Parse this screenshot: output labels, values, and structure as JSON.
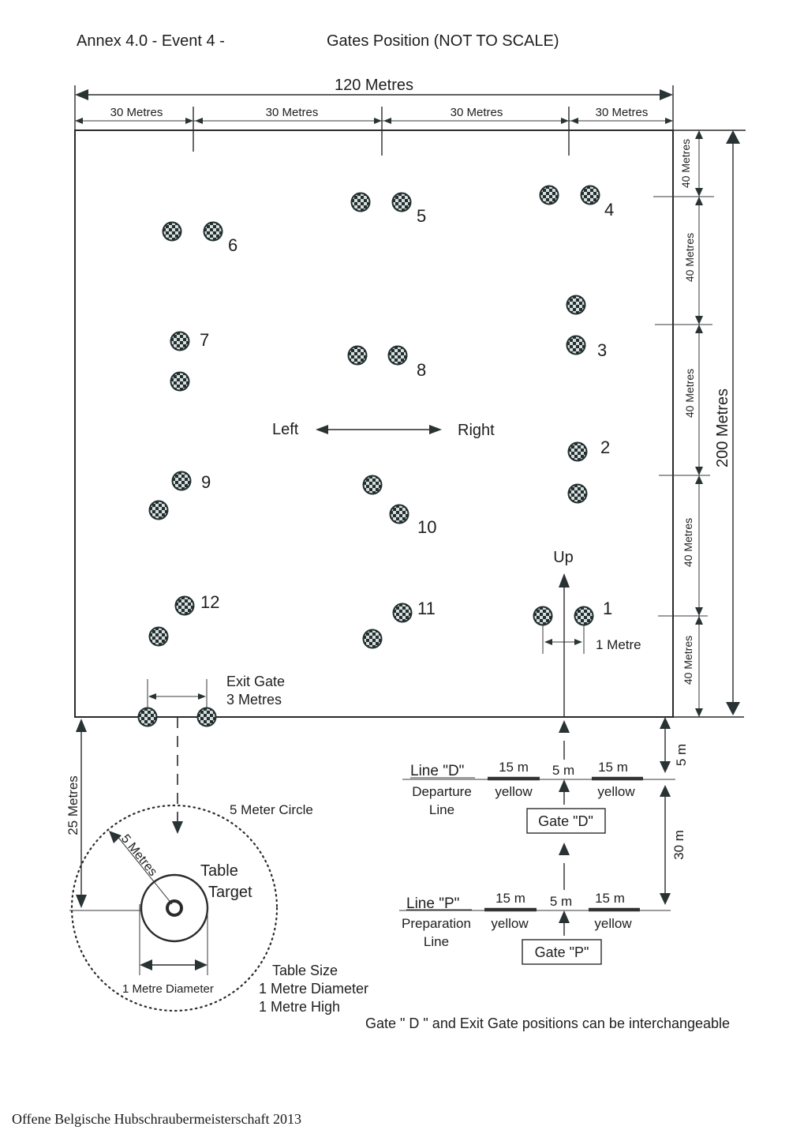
{
  "header": {
    "annex": "Annex 4.0 - Event 4 -",
    "title": "Gates Position (NOT TO SCALE)"
  },
  "dimensions": {
    "total_width": "120 Metres",
    "segments_top": [
      "30 Metres",
      "30 Metres",
      "30 Metres",
      "30 Metres"
    ],
    "total_height": "200 Metres",
    "segments_right": [
      "40 Metres",
      "40 Metres",
      "40 Metres",
      "40 Metres",
      "40 Metres"
    ],
    "gate1_spacing": "1 Metre",
    "exit_to_target": "25 Metres",
    "field_to_line_d": "5 m",
    "line_d_to_line_p": "30 m"
  },
  "field": {
    "direction_left": "Left",
    "direction_right": "Right",
    "direction_up": "Up",
    "gates": [
      {
        "number": "1",
        "label": "1"
      },
      {
        "number": "2",
        "label": "2"
      },
      {
        "number": "3",
        "label": "3"
      },
      {
        "number": "4",
        "label": "4"
      },
      {
        "number": "5",
        "label": "5"
      },
      {
        "number": "6",
        "label": "6"
      },
      {
        "number": "7",
        "label": "7"
      },
      {
        "number": "8",
        "label": "8"
      },
      {
        "number": "9",
        "label": "9"
      },
      {
        "number": "10",
        "label": "10"
      },
      {
        "number": "11",
        "label": "11"
      },
      {
        "number": "12",
        "label": "12"
      }
    ]
  },
  "exit_gate": {
    "label": "Exit Gate",
    "width": "3 Metres"
  },
  "target": {
    "circle_label": "5 Meter Circle",
    "radius_label": "5 Metres",
    "table_label_1": "Table",
    "table_label_2": "Target",
    "diameter_label": "1 Metre Diameter",
    "size_title": "Table Size",
    "size_diameter": "1 Metre Diameter",
    "size_height": "1 Metre High"
  },
  "line_d": {
    "name": "Line \"D\"",
    "desc_1": "Departure",
    "desc_2": "Line",
    "seg_left": "15 m",
    "seg_mid": "5 m",
    "seg_right": "15 m",
    "color_left": "yellow",
    "color_right": "yellow",
    "gate": "Gate \"D\""
  },
  "line_p": {
    "name": "Line \"P\"",
    "desc_1": "Preparation",
    "desc_2": "Line",
    "seg_left": "15 m",
    "seg_mid": "5 m",
    "seg_right": "15 m",
    "color_left": "yellow",
    "color_right": "yellow",
    "gate": "Gate \"P\""
  },
  "note": "Gate \" D \" and Exit Gate positions can be interchangeable",
  "footer": "Offene Belgische Hubschraubermeisterschaft 2013"
}
